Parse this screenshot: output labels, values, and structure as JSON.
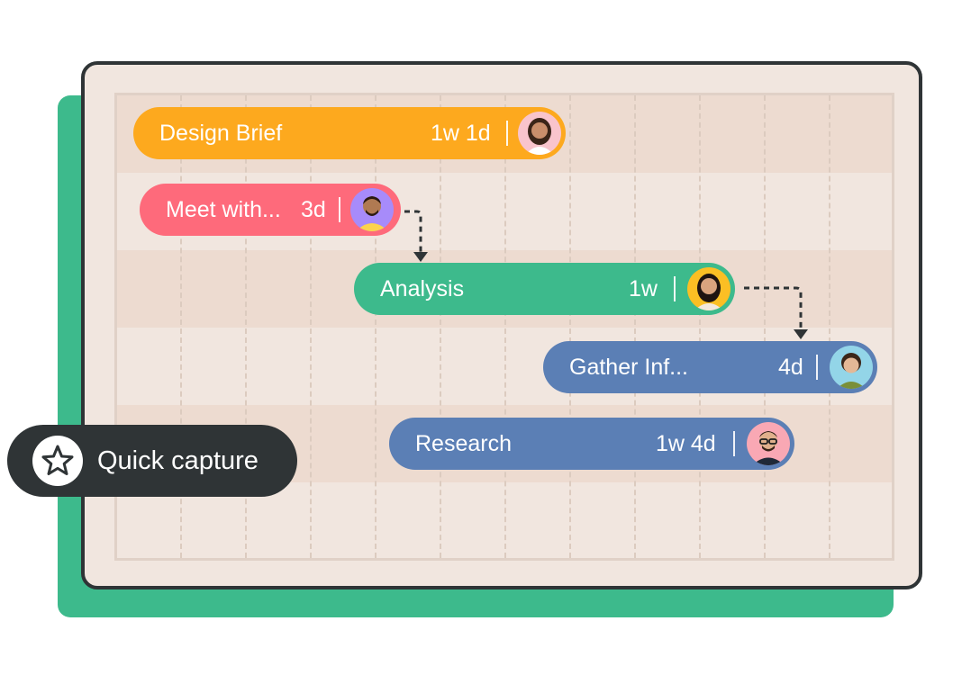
{
  "quick_capture": {
    "label": "Quick capture",
    "icon": "star-icon"
  },
  "tasks": [
    {
      "name": "Design Brief",
      "duration": "1w 1d",
      "color": "#fda91e",
      "avatar": "woman-avatar"
    },
    {
      "name": "Meet with...",
      "duration": "3d",
      "color": "#fe6a7b",
      "avatar": "man-avatar"
    },
    {
      "name": "Analysis",
      "duration": "1w",
      "color": "#3dba8c",
      "avatar": "woman-avatar"
    },
    {
      "name": "Gather Inf...",
      "duration": "4d",
      "color": "#5b7fb5",
      "avatar": "woman-avatar"
    },
    {
      "name": "Research",
      "duration": "1w 4d",
      "color": "#5b7fb5",
      "avatar": "man-avatar"
    }
  ],
  "colors": {
    "board_bg": "#f1e6df",
    "band": "#eddbd0",
    "frame": "#2f3436",
    "green_accent": "#3dba8c"
  }
}
